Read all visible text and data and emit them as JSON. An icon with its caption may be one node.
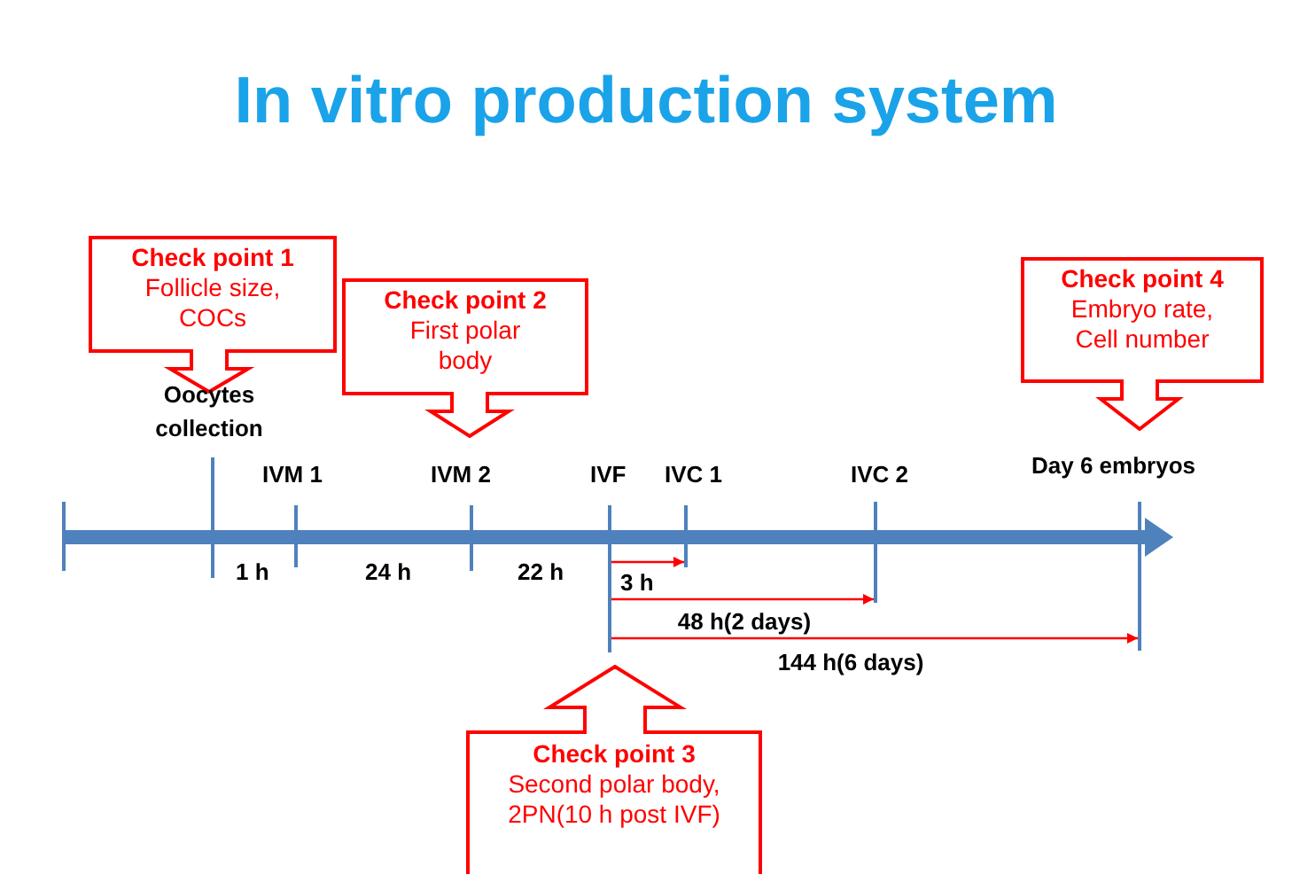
{
  "diagram": {
    "title": "In vitro production system",
    "nodes": [
      {
        "text": [
          "Check point 1",
          "Follicle size, COCs"
        ]
      },
      {
        "text": [
          "Check point 2",
          "First polar body"
        ]
      },
      {
        "text": [
          "Check point 4",
          "Embryo rate, Cell number"
        ]
      },
      {
        "text": [],
        "shape": "bar"
      },
      {
        "text": [],
        "shape": "bar"
      },
      {
        "text": [],
        "shape": "bar"
      },
      {
        "text": [],
        "shape": "bar"
      },
      {
        "text": [
          "Check point 3",
          "Second polar body, 2PN(10 h post IVF)"
        ]
      }
    ],
    "edges": [
      {
        "from": 3,
        "to": 4,
        "arrow": "to",
        "label": "3 h",
        "color": "#ff0000"
      },
      {
        "from": 3,
        "to": 5,
        "arrow": "to",
        "label": "48 h(2 days)",
        "color": "#ff0000"
      },
      {
        "from": 3,
        "to": 6,
        "arrow": "to",
        "label": "144 h(6 days)",
        "color": "#ff0000"
      }
    ],
    "labels": [
      "Oocytes collection",
      "IVM 1",
      "IVM 2",
      "IVF",
      "IVC 1",
      "IVC 2",
      "Day 6 embryos",
      "1 h",
      "24 h",
      "22 h"
    ]
  }
}
